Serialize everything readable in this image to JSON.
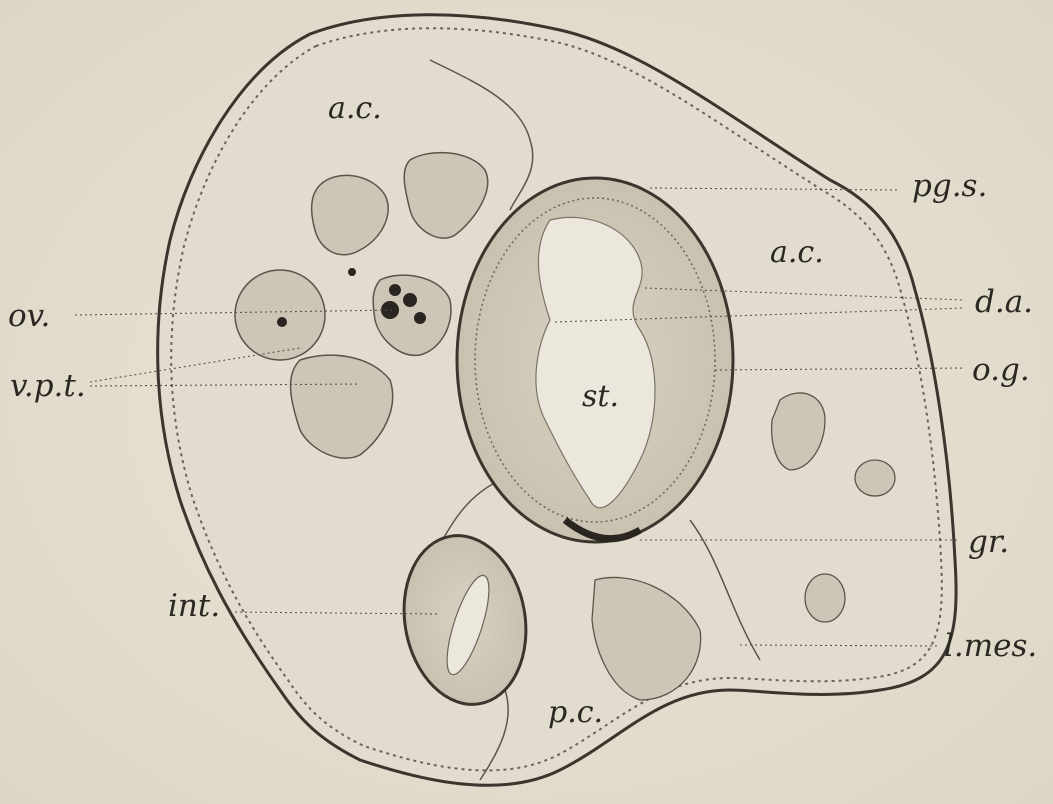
{
  "figure": {
    "labels": {
      "ac_upper_left": "a.c.",
      "ac_right": "a.c.",
      "pgs": "pg.s.",
      "da": "d.a.",
      "ov": "ov.",
      "vpt": "v.p.t.",
      "og": "o.g.",
      "st": "st.",
      "gr": "gr.",
      "int": "int.",
      "lmes": "l.mes.",
      "pc": "p.c."
    }
  }
}
